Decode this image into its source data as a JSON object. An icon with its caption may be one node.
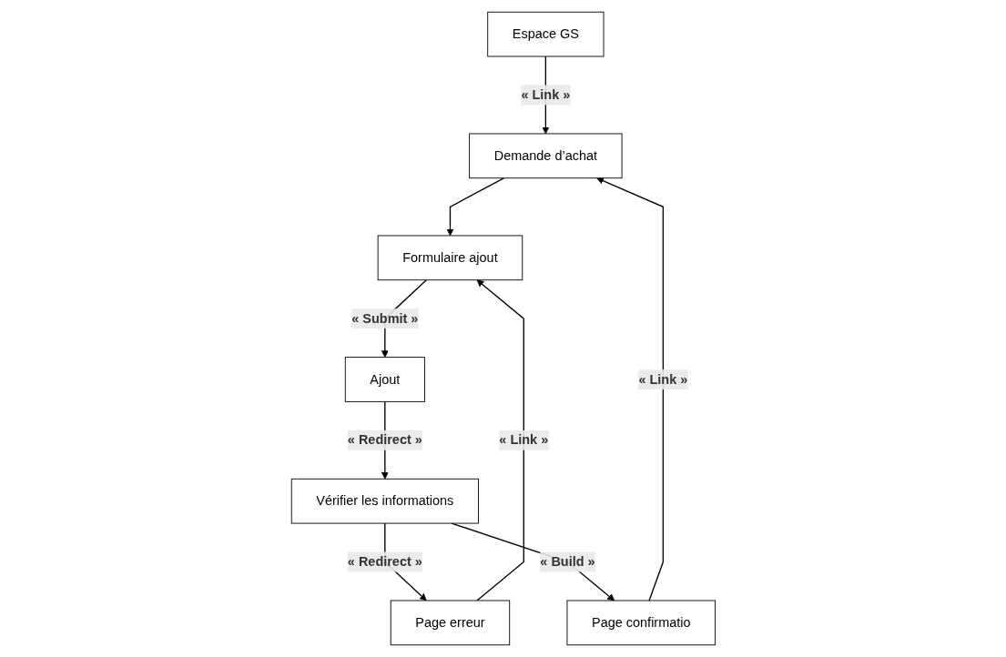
{
  "diagram": {
    "nodes": [
      {
        "text": [
          "Espace GS"
        ]
      },
      {
        "text": [
          "Demande d’achat"
        ]
      },
      {
        "text": [
          "Formulaire ajout"
        ]
      },
      {
        "text": [
          "Page erreur"
        ]
      },
      {
        "text": [
          "Ajout"
        ]
      },
      {
        "text": [
          "Page confirmatio"
        ]
      },
      {
        "text": [
          "Vérifier les informations"
        ]
      }
    ],
    "edges": [
      {
        "from": 0,
        "to": 1,
        "arrow": "to",
        "label": "« Link »"
      },
      {
        "from": 1,
        "to": 2,
        "arrow": "to"
      },
      {
        "from": 3,
        "to": 2,
        "arrow": "to",
        "label": "« Link »"
      },
      {
        "from": 5,
        "to": 1,
        "arrow": "to",
        "label": "« Link »"
      },
      {
        "from": 2,
        "to": 4,
        "arrow": "to",
        "label": "« Submit »"
      },
      {
        "from": 4,
        "to": 6,
        "arrow": "to",
        "label": "« Redirect »"
      },
      {
        "from": 6,
        "to": 3,
        "arrow": "to",
        "label": "« Redirect »"
      },
      {
        "from": 6,
        "to": 5,
        "arrow": "to",
        "label": "« Build »"
      }
    ]
  }
}
